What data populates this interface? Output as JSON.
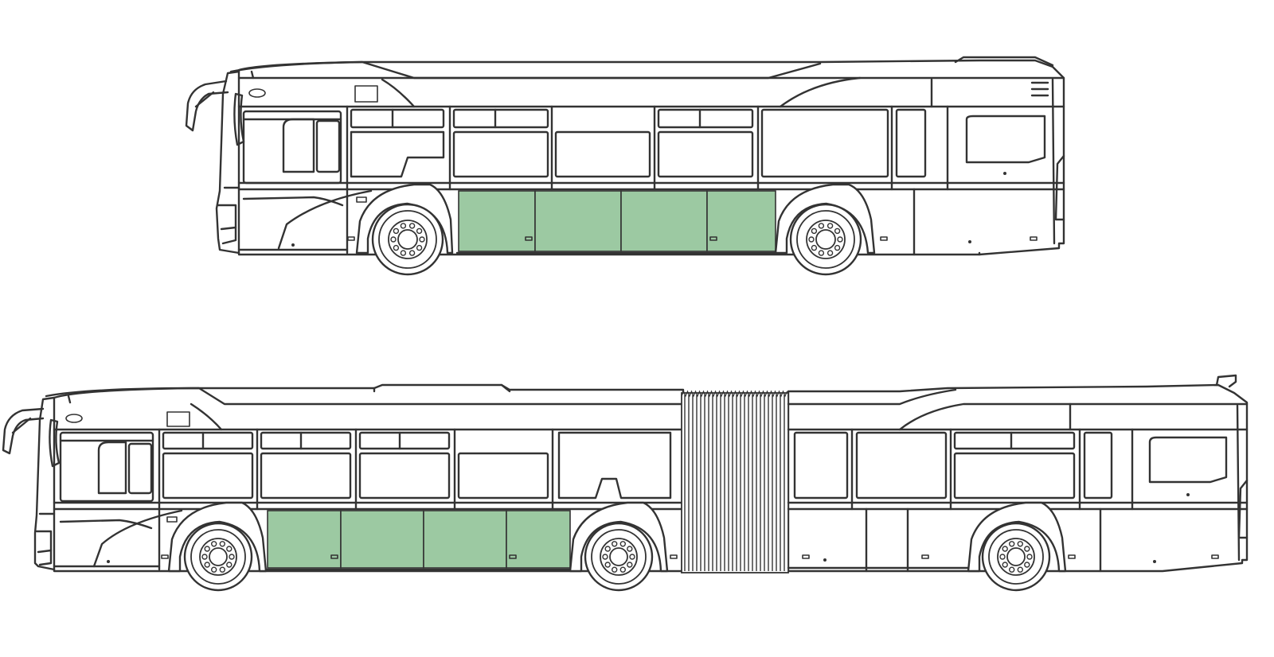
{
  "figure": {
    "highlight_color": "#9cc9a2",
    "line_color": "#333333",
    "background_color": "#ffffff",
    "vehicles": [
      {
        "name": "standard-bus",
        "highlighted_panels": 4
      },
      {
        "name": "articulated-bus",
        "highlighted_panels": 4
      }
    ]
  }
}
